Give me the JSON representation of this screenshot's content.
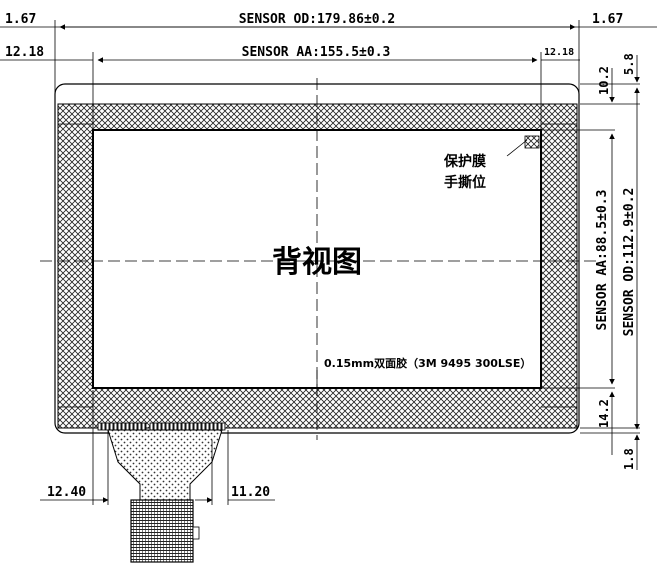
{
  "dimensions": {
    "top_left_margin": "1.67",
    "sensor_od_width": "SENSOR OD:179.86±0.2",
    "top_right_margin": "1.67",
    "aa_left_offset": "12.18",
    "sensor_aa_width": "SENSOR AA:155.5±0.3",
    "aa_right_offset": "12.18",
    "right_top_small": "5.8",
    "right_top_offset": "10.2",
    "sensor_aa_height": "SENSOR AA:88.5±0.3",
    "sensor_od_height": "SENSOR OD:112.9±0.2",
    "right_bottom_offset": "14.2",
    "right_bottom_small": "1.8",
    "fpc_left_offset": "12.40",
    "fpc_right_offset": "11.20"
  },
  "labels": {
    "view_title": "背视图",
    "peel_tab_line1": "保护膜",
    "peel_tab_line2": "手撕位",
    "tape_note": "0.15mm双面胶（3M 9495 300LSE）"
  }
}
